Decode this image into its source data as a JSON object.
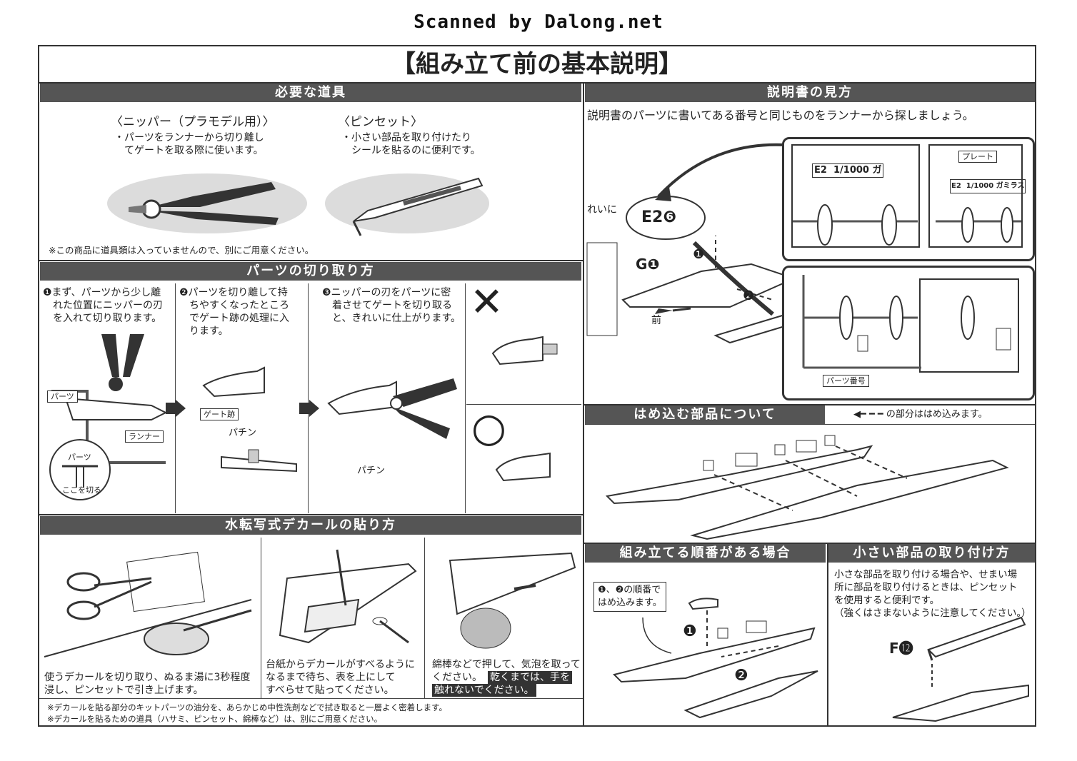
{
  "scan_credit": "Scanned by Dalong.net",
  "page_title": "【組み立て前の基本説明】",
  "tools": {
    "header": "必要な道具",
    "nipper": {
      "name": "〈ニッパー（プラモデル用）〉",
      "desc": "・パーツをランナーから切り離し\n　てゲートを取る際に使います。"
    },
    "tweezers": {
      "name": "〈ピンセット〉",
      "desc": "・小さい部品を取り付けたり\n　シールを貼るのに便利です。"
    },
    "note": "※この商品に道具類は入っていませんので、別にご用意ください。"
  },
  "cutting": {
    "header": "パーツの切り取り方",
    "step1": "❶まず、パーツから少し離\n　れた位置にニッパーの刃\n　を入れて切り取ります。",
    "step2": "❷パーツを切り離して持\n　ちやすくなったところ\n　でゲート跡の処理に入\n　ります。",
    "step3": "❸ニッパーの刃をパーツに密\n　着させてゲートを切り取る\n　と、きれいに仕上がります。",
    "labels": {
      "parts": "パーツ",
      "runner": "ランナー",
      "parts2": "パーツ",
      "cut_here": "ここを切る",
      "gate_mark": "ゲート跡",
      "snap1": "パチン",
      "snap2": "パチン"
    },
    "wrong_mark": "✕",
    "right_mark": "○"
  },
  "decal": {
    "header": "水転写式デカールの貼り方",
    "step1": "使うデカールを切り取り、ぬるま湯に3秒程度\n浸し、ピンセットで引き上げます。",
    "step2": "台紙からデカールがすべるように\nなるまで待ち、表を上にして\nすべらせて貼ってください。",
    "step3a": "綿棒などで押して、気泡を取って\nください。",
    "step3b": "乾くまでは、手を",
    "step3c": "触れないでください。",
    "note1": "※デカールを貼る部分のキットパーツの油分を、あらかじめ中性洗剤などで拭き取ると一層よく密着します。",
    "note2": "※デカールを貼るための道具（ハサミ、ピンセット、綿棒など）は、別にご用意ください。"
  },
  "manual": {
    "header": "説明書の見方",
    "desc": "説明書のパーツに書いてある番号と同じものをランナーから探しましょう。",
    "callout": "E2❻",
    "g1": "G❶",
    "front": "前",
    "left_fragment": "れいに",
    "plate_label": "プレート",
    "plate_text1": "E2  1/1000 ガ",
    "plate_text2": "E2  1/1000 ガミラス",
    "part_number_label": "パーツ番号",
    "num1": "❶",
    "num2": "❷"
  },
  "fitting": {
    "header": "はめ込む部品について",
    "legend": "◀━ ━ ━ の部分ははめ込みます。"
  },
  "order": {
    "header": "組み立てる順番がある場合",
    "note": "❶、❷の順番で\nはめ込みます。",
    "n1": "❶",
    "n2": "❷"
  },
  "small": {
    "header": "小さい部品の取り付け方",
    "desc": "小さな部品を取り付ける場合や、せまい場\n所に部品を取り付けるときは、ピンセット\nを使用すると便利です。\n（強くはさまないように注意してください。）",
    "part": "F⓬"
  },
  "colors": {
    "bar": "#555555",
    "line": "#333333",
    "shade": "#dcdcdc"
  }
}
